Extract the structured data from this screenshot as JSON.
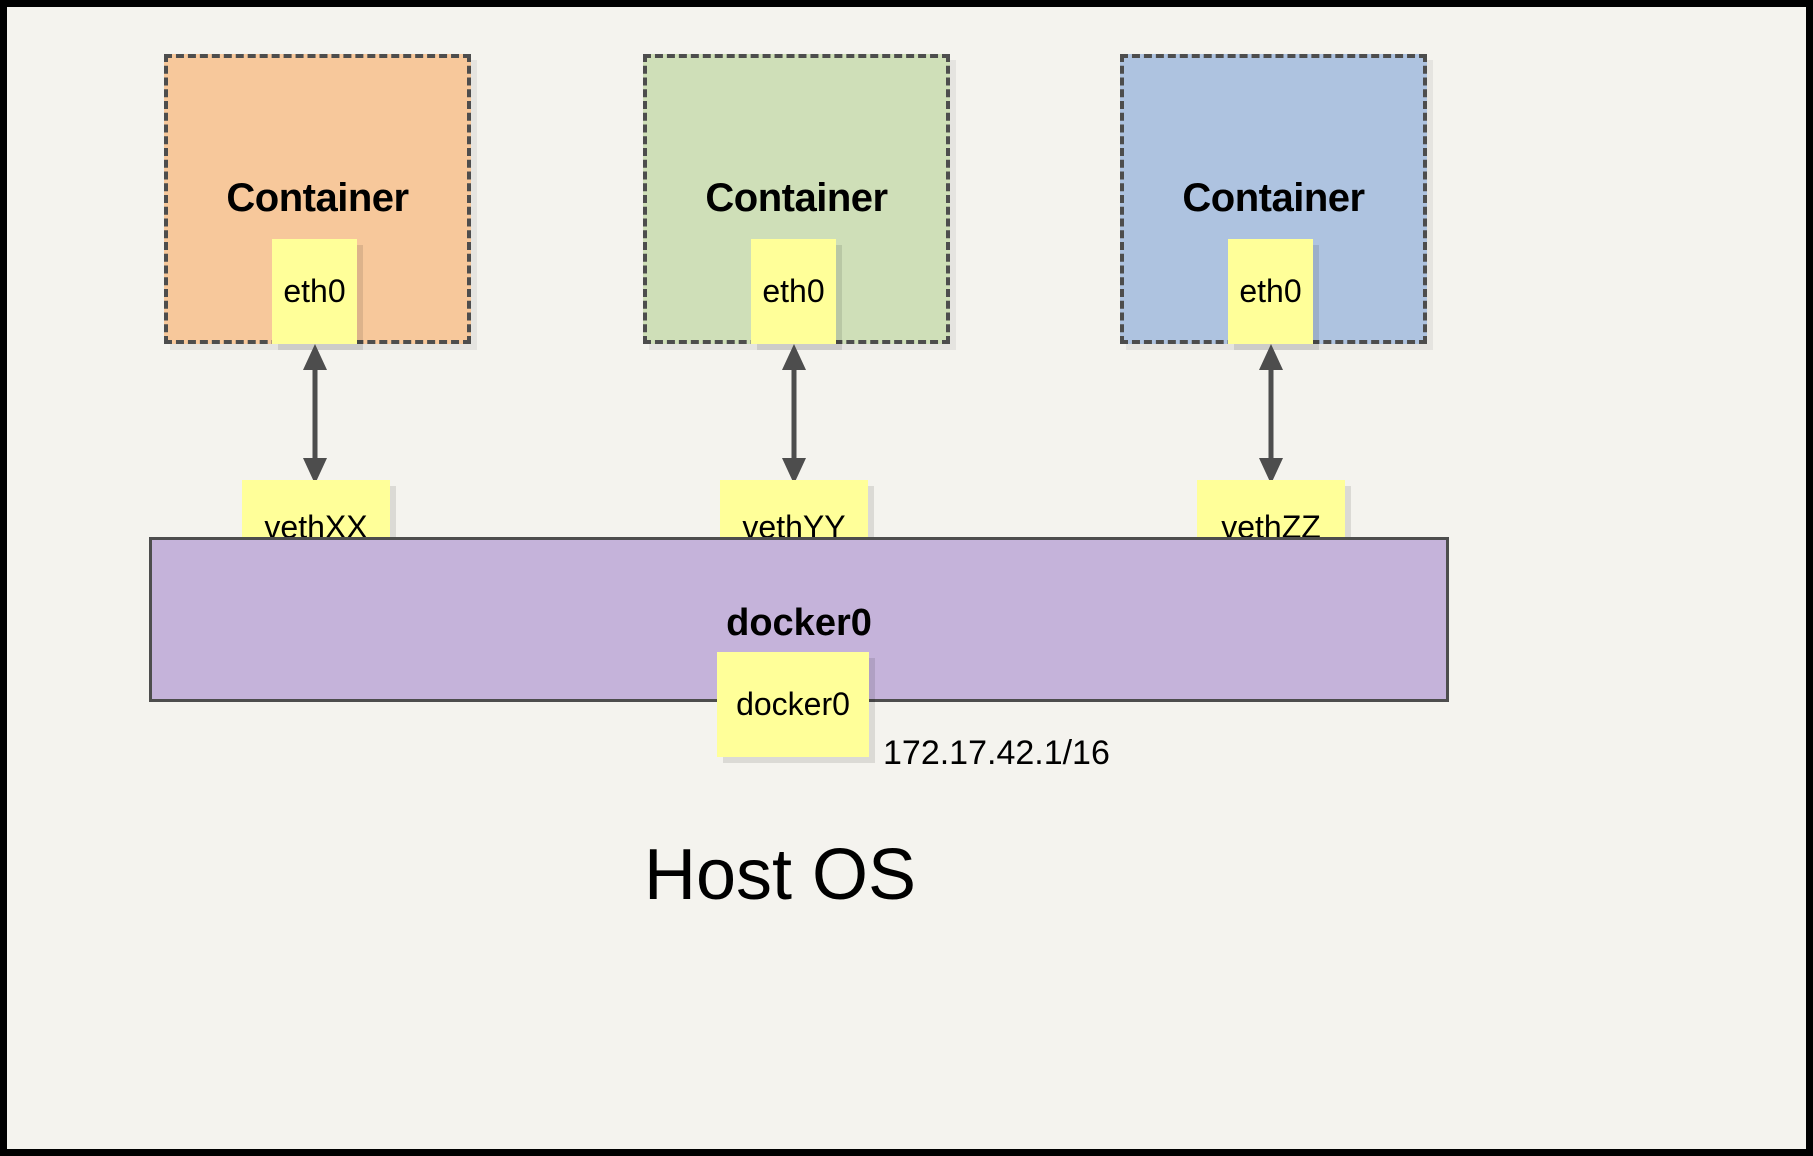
{
  "diagram": {
    "title_text": "Host OS",
    "bridge": {
      "name": "docker0",
      "chip_label": "docker0",
      "ip": "172.17.42.1/16",
      "color": "#c5b3da",
      "border_color": "#4d4d4d"
    },
    "background_color": "#f4f3ee",
    "frame_color": "#000000",
    "chip_color": "#ffff99",
    "arrow_color": "#4d4d4d",
    "containers": [
      {
        "title": "Container",
        "interface": "eth0",
        "veth": "vethXX",
        "color": "#f7c89b"
      },
      {
        "title": "Container",
        "interface": "eth0",
        "veth": "vethYY",
        "color": "#cfdfb8"
      },
      {
        "title": "Container",
        "interface": "eth0",
        "veth": "vethZZ",
        "color": "#aec3e0"
      }
    ]
  }
}
